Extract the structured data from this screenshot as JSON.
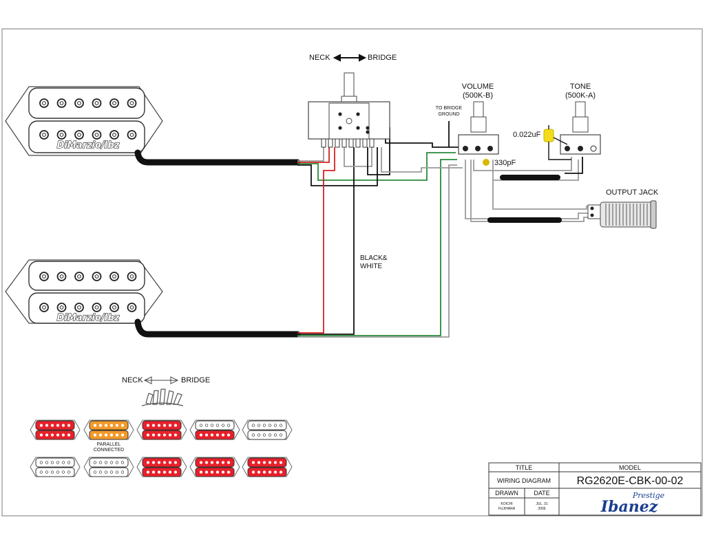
{
  "labels": {
    "selector_top": "NECK ◀━━▶ BRIDGE",
    "neck": "NECK",
    "bridge": "BRIDGE",
    "volume": "VOLUME",
    "volume_value": "(500K-B)",
    "tone": "TONE",
    "tone_value": "(500K-A)",
    "to_bridge_ground_1": "TO BRIDGE",
    "to_bridge_ground_2": "GROUND",
    "cap_tone": "0.022uF",
    "cap_volume": "330pF",
    "output_jack": "OUTPUT JACK",
    "black_white_1": "BLACK&",
    "black_white_2": "WHITE",
    "pickup_brand": "DiMarzio/Ibz",
    "parallel_1": "PARALLEL",
    "parallel_2": "CONNECTED"
  },
  "title_block": {
    "title_header": "TITLE",
    "model_header": "MODEL",
    "title": "WIRING DIAGRAM",
    "model": "RG2620E-CBK-00-02",
    "drawn_header": "DRAWN",
    "date_header": "DATE",
    "drawn_by_1": "KOICHI",
    "drawn_by_2": "FUJIHARA",
    "date_1": "JUL. 31",
    "date_2": "2006",
    "logo_script": "Prestige",
    "logo_brand": "Ibanez"
  },
  "colors": {
    "active_coil": "#e8202a",
    "parallel_coil": "#f39a2a",
    "wire_red": "#d42020",
    "wire_green": "#2a8a3a",
    "wire_black": "#111111",
    "wire_gray": "#9a9a9a",
    "cap_yellow": "#f2dc1a",
    "cap_olive": "#d8b800",
    "logo_blue": "#1b3f8f"
  }
}
